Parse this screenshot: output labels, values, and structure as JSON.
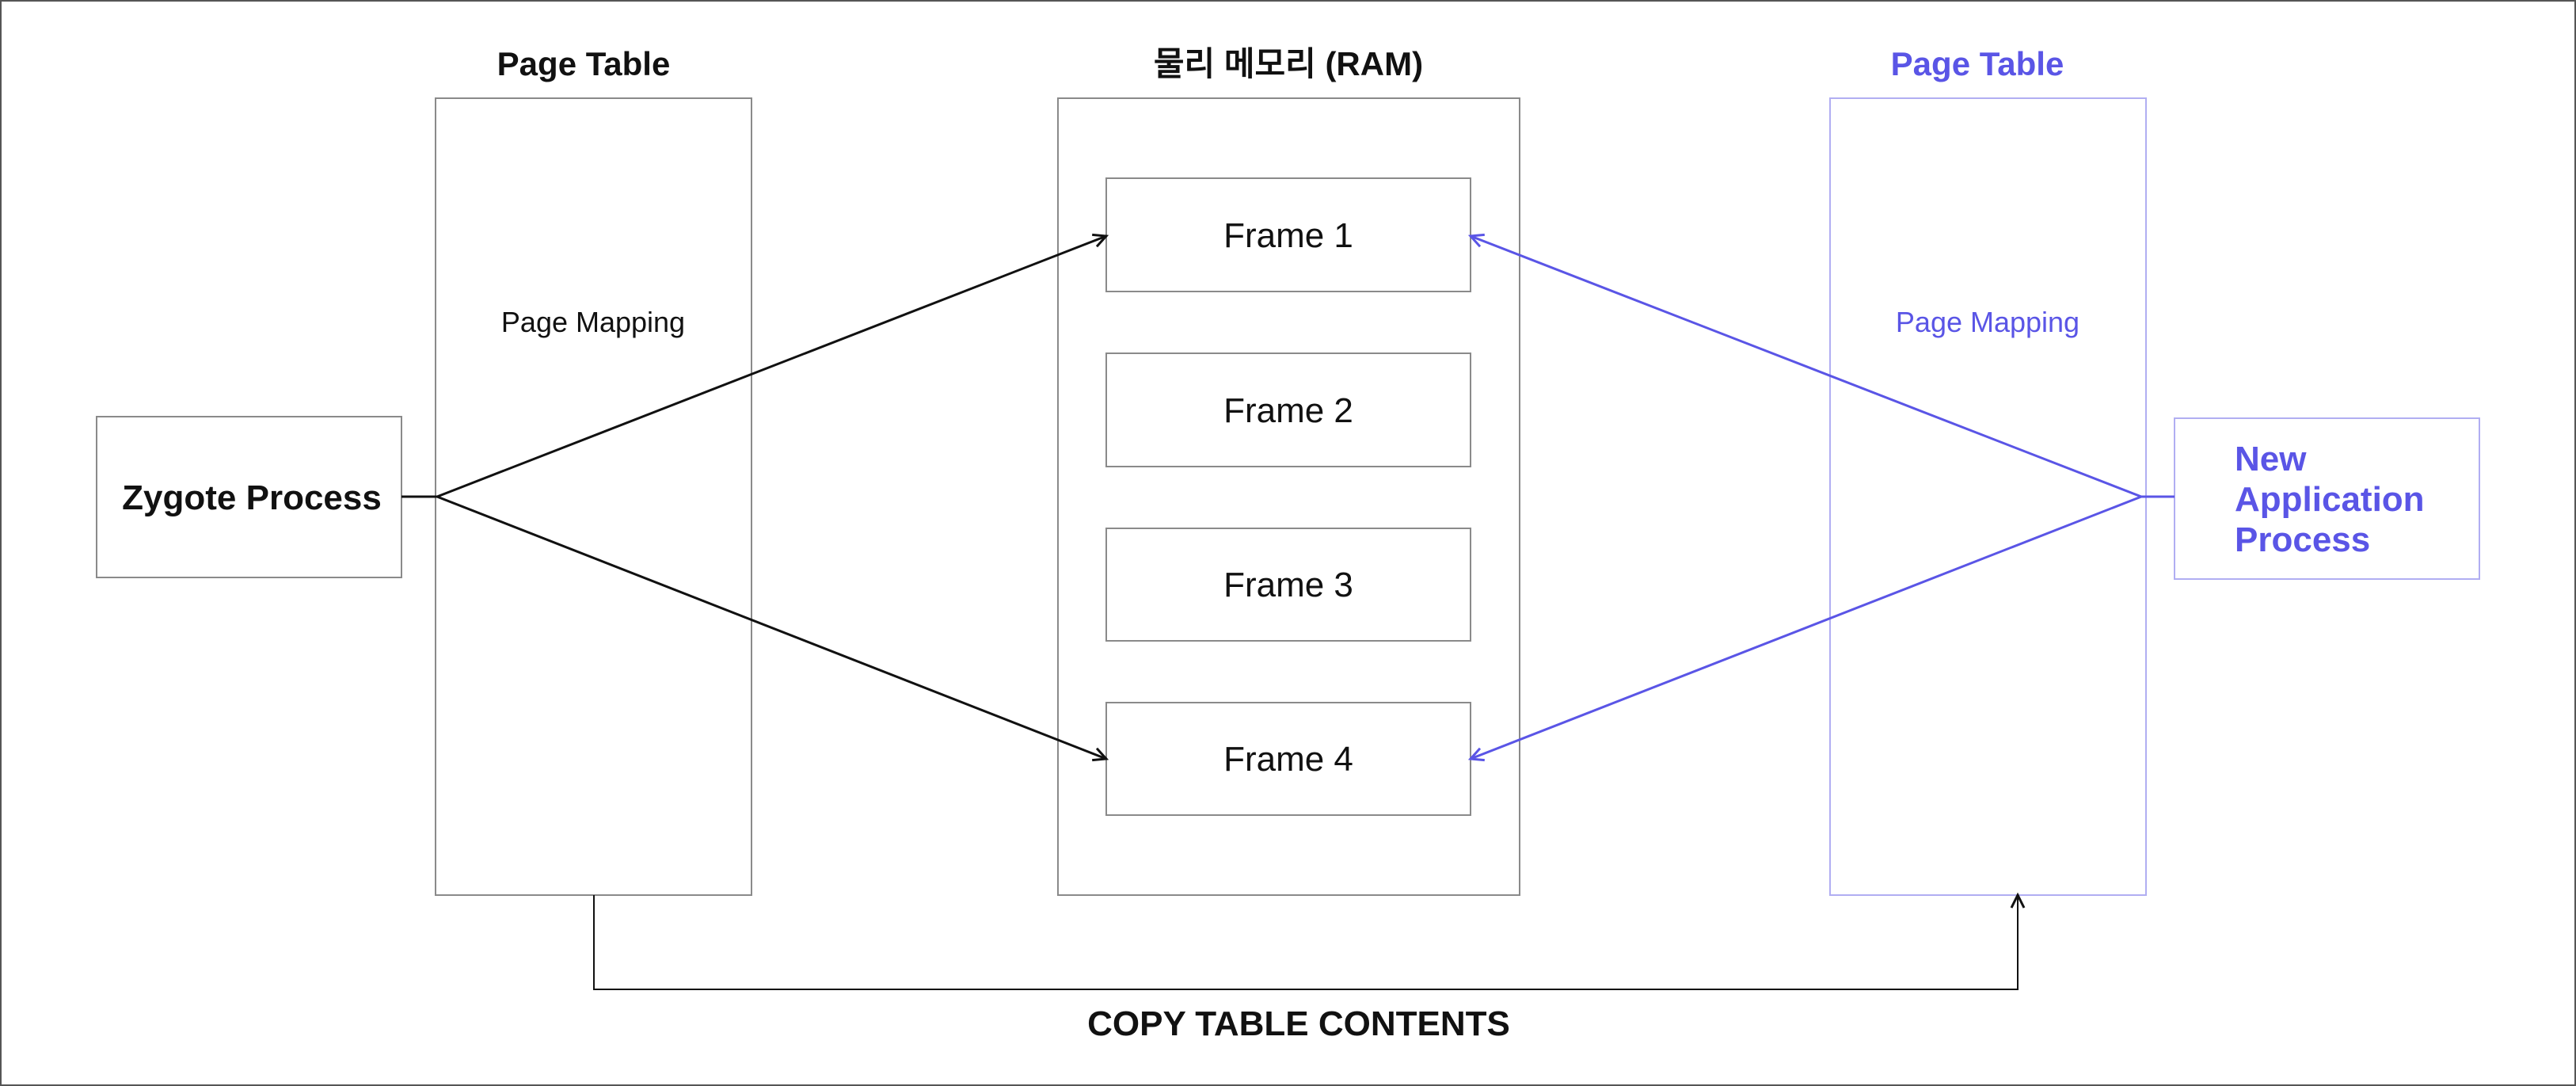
{
  "colors": {
    "black": "#111111",
    "gray_stroke": "#8a8a8a",
    "accent": "#5a55e6",
    "accent_light": "#b1aef2"
  },
  "left_table": {
    "title": "Page Table",
    "mapping": "Page Mapping"
  },
  "ram": {
    "title": "물리 메모리 (RAM)",
    "frames": [
      "Frame 1",
      "Frame 2",
      "Frame 3",
      "Frame 4"
    ]
  },
  "right_table": {
    "title": "Page Table",
    "mapping": "Page Mapping"
  },
  "zygote": {
    "label": "Zygote Process"
  },
  "new_app": {
    "label_lines": [
      "New",
      "Application",
      "Process"
    ]
  },
  "copy_label": "COPY TABLE CONTENTS"
}
